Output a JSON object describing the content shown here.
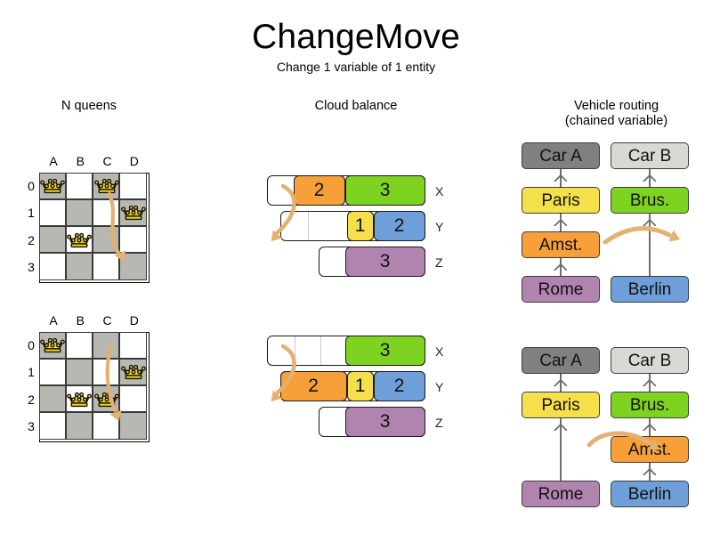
{
  "header": {
    "title": "ChangeMove",
    "subtitle": "Change 1 variable of 1 entity"
  },
  "sections": {
    "queens": {
      "heading": "N queens"
    },
    "cloud": {
      "heading": "Cloud balance"
    },
    "routing": {
      "heading_line1": "Vehicle routing",
      "heading_line2": "(chained variable)"
    }
  },
  "colors": {
    "orange": "#f79f39",
    "green": "#7ed321",
    "yellow": "#f5e04b",
    "blue": "#6f9fd8",
    "purple": "#b184b0",
    "gray_dark": "#808080",
    "gray_light": "#d9d9d4",
    "board_gray": "#b6b8b1",
    "board_white": "#ffffff",
    "queen_gold": "#f2d024",
    "arrow": "#e3b171"
  },
  "queens": {
    "column_labels": [
      "A",
      "B",
      "C",
      "D"
    ],
    "row_labels": [
      "0",
      "1",
      "2",
      "3"
    ],
    "before": {
      "queens": [
        {
          "col": 0,
          "row": 0
        },
        {
          "col": 2,
          "row": 0
        },
        {
          "col": 3,
          "row": 1
        },
        {
          "col": 1,
          "row": 2
        }
      ],
      "move": {
        "from_col": 2,
        "from_row": 0,
        "to_col": 2,
        "to_row": 2
      }
    },
    "after": {
      "queens": [
        {
          "col": 0,
          "row": 0
        },
        {
          "col": 3,
          "row": 1
        },
        {
          "col": 1,
          "row": 2
        },
        {
          "col": 2,
          "row": 2
        }
      ],
      "move": {
        "from_col": 2,
        "from_row": 0,
        "to_col": 2,
        "to_row": 2
      }
    }
  },
  "cloud": {
    "before": {
      "rows": [
        {
          "label": "X",
          "segments": [
            {
              "value": "",
              "color": "#ffffff",
              "width": 30
            },
            {
              "value": "2",
              "color": "#f79f39",
              "width": 58
            },
            {
              "value": "3",
              "color": "#7ed321",
              "width": 90
            }
          ]
        },
        {
          "label": "Y",
          "segments": [
            {
              "value": "",
              "color": "#ffffff",
              "width": 30
            },
            {
              "value": "",
              "color": "#ffffff",
              "width": 45
            },
            {
              "value": "1",
              "color": "#f5e04b",
              "width": 30
            },
            {
              "value": "2",
              "color": "#6f9fd8",
              "width": 58
            }
          ]
        },
        {
          "label": "Z",
          "segments": [
            {
              "value": "",
              "color": "#ffffff",
              "width": 30
            },
            {
              "value": "3",
              "color": "#b184b0",
              "width": 90
            }
          ]
        }
      ]
    },
    "after": {
      "rows": [
        {
          "label": "X",
          "segments": [
            {
              "value": "",
              "color": "#ffffff",
              "width": 30
            },
            {
              "value": "",
              "color": "#ffffff",
              "width": 29
            },
            {
              "value": "",
              "color": "#ffffff",
              "width": 29
            },
            {
              "value": "3",
              "color": "#7ed321",
              "width": 90
            }
          ]
        },
        {
          "label": "Y",
          "segments": [
            {
              "value": "2",
              "color": "#f79f39",
              "width": 75
            },
            {
              "value": "1",
              "color": "#f5e04b",
              "width": 30
            },
            {
              "value": "2",
              "color": "#6f9fd8",
              "width": 58
            }
          ]
        },
        {
          "label": "Z",
          "segments": [
            {
              "value": "",
              "color": "#ffffff",
              "width": 30
            },
            {
              "value": "3",
              "color": "#b184b0",
              "width": 90
            }
          ]
        }
      ]
    }
  },
  "routing": {
    "before": {
      "left_chain": [
        {
          "label": "Car A",
          "color": "#808080"
        },
        {
          "label": "Paris",
          "color": "#f5e04b"
        },
        {
          "label": "Amst.",
          "color": "#f79f39"
        },
        {
          "label": "Rome",
          "color": "#b184b0"
        }
      ],
      "right_chain": [
        {
          "label": "Car B",
          "color": "#d9d9d4"
        },
        {
          "label": "Brus.",
          "color": "#7ed321"
        },
        {
          "label": "Berlin",
          "color": "#6f9fd8"
        }
      ],
      "moved_node": "Amst."
    },
    "after": {
      "left_chain": [
        {
          "label": "Car A",
          "color": "#808080"
        },
        {
          "label": "Paris",
          "color": "#f5e04b"
        },
        {
          "label": "Rome",
          "color": "#b184b0"
        }
      ],
      "right_chain": [
        {
          "label": "Car B",
          "color": "#d9d9d4"
        },
        {
          "label": "Brus.",
          "color": "#7ed321"
        },
        {
          "label": "Amst.",
          "color": "#f79f39"
        },
        {
          "label": "Berlin",
          "color": "#6f9fd8"
        }
      ],
      "moved_node": "Amst."
    }
  }
}
